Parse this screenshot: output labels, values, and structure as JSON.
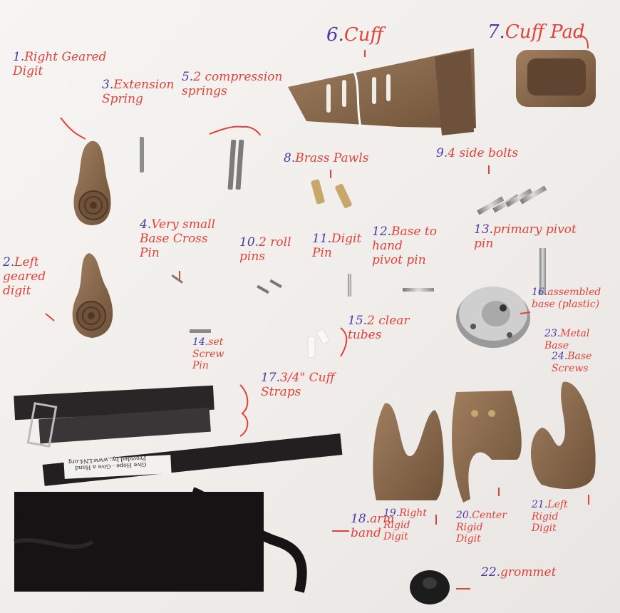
{
  "labels": {
    "l1": {
      "num": "1.",
      "text": "Right Geared\nDigit"
    },
    "l2": {
      "num": "2.",
      "text": "Left\ngeared\ndigit"
    },
    "l3": {
      "num": "3.",
      "text": "Extension\nSpring"
    },
    "l4": {
      "num": "4.",
      "text": "Very small\nBase Cross\nPin"
    },
    "l5": {
      "num": "5.",
      "text": "2 compression\nsprings"
    },
    "l6": {
      "num": "6.",
      "text": "Cuff"
    },
    "l7": {
      "num": "7.",
      "text": "Cuff Pad"
    },
    "l8": {
      "num": "8.",
      "text": "Brass Pawls"
    },
    "l9": {
      "num": "9.",
      "text": "4 side bolts"
    },
    "l10": {
      "num": "10.",
      "text": "2 roll\npins"
    },
    "l11": {
      "num": "11.",
      "text": "Digit\nPin"
    },
    "l12": {
      "num": "12.",
      "text": "Base to\nhand\npivot pin"
    },
    "l13": {
      "num": "13.",
      "text": "primary pivot\npin"
    },
    "l14": {
      "num": "14.",
      "text": "set\nScrew\nPin"
    },
    "l15": {
      "num": "15.",
      "text": "2 clear\ntubes"
    },
    "l16": {
      "num": "16.",
      "text": "assembled\nbase (plastic)"
    },
    "l17": {
      "num": "17.",
      "text": "3/4\" Cuff\nStraps"
    },
    "l18": {
      "num": "18.",
      "text": "arm\nband"
    },
    "l19": {
      "num": "19.",
      "text": "Right\nRigid\nDigit"
    },
    "l20": {
      "num": "20.",
      "text": "Center\nRigid\nDigit"
    },
    "l21": {
      "num": "21.",
      "text": "Left\nRigid\nDigit"
    },
    "l22": {
      "num": "22.",
      "text": "grommet"
    },
    "l23": {
      "num": "23.",
      "text": "Metal\nBase"
    },
    "l24": {
      "num": "24.",
      "text": "Base\nScrews"
    }
  },
  "strap_tag": "Give Hope - Give a Hand\nProvided by: www.LN4.org",
  "colors": {
    "part_brown": "#8d6b4e",
    "ink_red": "#e2423a",
    "ink_blue": "#4a3aa8",
    "strap": "#1e1b1c"
  }
}
